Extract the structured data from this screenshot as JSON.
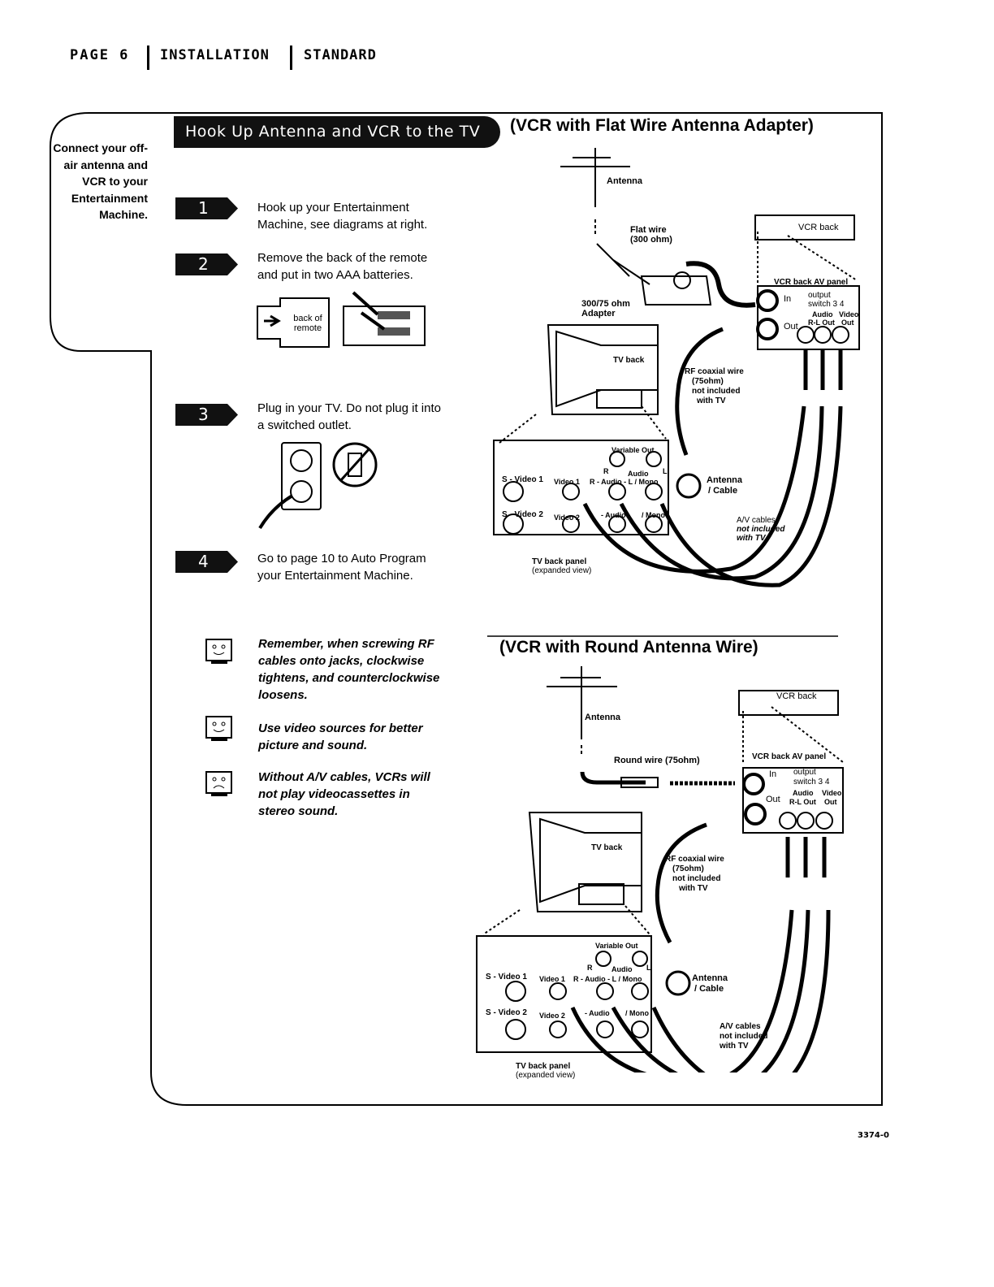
{
  "header": {
    "page": "PAGE 6",
    "section": "INSTALLATION",
    "subsection": "STANDARD"
  },
  "sidebar": {
    "text": "Connect your off-air antenna and VCR to your Entertainment Machine."
  },
  "title_bar": "Hook Up Antenna and VCR to the TV",
  "steps": [
    {
      "number": "1",
      "text": "Hook up your Entertainment Machine, see diagrams at right."
    },
    {
      "number": "2",
      "text": "Remove the back of the remote and put in two AAA batteries.",
      "illustration_label": "back of remote"
    },
    {
      "number": "3",
      "text": "Plug in your TV. Do not plug it into a switched outlet."
    },
    {
      "number": "4",
      "text": "Go to page 10 to Auto Program your Entertainment Machine."
    }
  ],
  "tips": [
    {
      "icon": "happy-face-icon",
      "text": "Remember, when screwing RF cables onto jacks, clockwise tightens, and counterclockwise loosens."
    },
    {
      "icon": "happy-face-icon",
      "text": "Use video sources for better picture and sound."
    },
    {
      "icon": "sad-face-icon",
      "text": "Without A/V cables, VCRs will not play videocassettes in stereo sound."
    }
  ],
  "diagram1": {
    "heading": "(VCR with Flat Wire Antenna Adapter)",
    "antenna": "Antenna",
    "flat_wire": "Flat wire",
    "flat_wire_ohm": "(300 ohm)",
    "adapter": "300/75 ohm",
    "adapter2": "Adapter",
    "vcr_back": "VCR back",
    "vcr_panel": "VCR back AV panel",
    "in": "In",
    "out": "Out",
    "output_switch": "output",
    "switch": "switch 3 4",
    "audio_out": "Audio",
    "audio_out2": "R-L Out",
    "video_out": "Video",
    "video_out2": "Out",
    "tv_back": "TV back",
    "rf1": "RF coaxial wire",
    "rf2": "(75ohm)",
    "rf3": "not included",
    "rf4": "with TV",
    "variable_out": "Variable Out",
    "r": "R",
    "audio": "Audio",
    "l": "L",
    "svideo1": "S - Video 1",
    "video1": "Video 1",
    "audio_mono": "R - Audio - L / Mono",
    "svideo2": "S - Video 2",
    "video2": "Video 2",
    "audio2": "- Audio",
    "mono2": "/ Mono",
    "ant_cable1": "Antenna",
    "ant_cable2": "/ Cable",
    "av1": "A/V cables",
    "av2": "not included",
    "av3": "with TV",
    "panel1": "TV back panel",
    "panel2": "(expanded view)"
  },
  "diagram2": {
    "heading": "(VCR with Round Antenna Wire)",
    "antenna": "Antenna",
    "round_wire": "Round wire (75ohm)",
    "vcr_back": "VCR back",
    "vcr_panel": "VCR back AV panel",
    "in": "In",
    "out": "Out",
    "output_switch": "output",
    "switch": "switch 3 4",
    "audio_out": "Audio",
    "audio_out2": "R-L Out",
    "video_out": "Video",
    "video_out2": "Out",
    "tv_back": "TV back",
    "rf1": "RF coaxial wire",
    "rf2": "(75ohm)",
    "rf3": "not included",
    "rf4": "with TV",
    "variable_out": "Variable Out",
    "r": "R",
    "audio": "Audio",
    "l": "L",
    "svideo1": "S - Video 1",
    "video1": "Video 1",
    "audio_mono": "R - Audio - L / Mono",
    "svideo2": "S - Video 2",
    "video2": "Video 2",
    "audio2": "- Audio",
    "mono2": "/ Mono",
    "ant_cable1": "Antenna",
    "ant_cable2": "/ Cable",
    "av1": "A/V cables",
    "av2": "not included",
    "av3": "with TV",
    "panel1": "TV back panel",
    "panel2": "(expanded view)"
  },
  "footer": {
    "code": "3374-0"
  }
}
